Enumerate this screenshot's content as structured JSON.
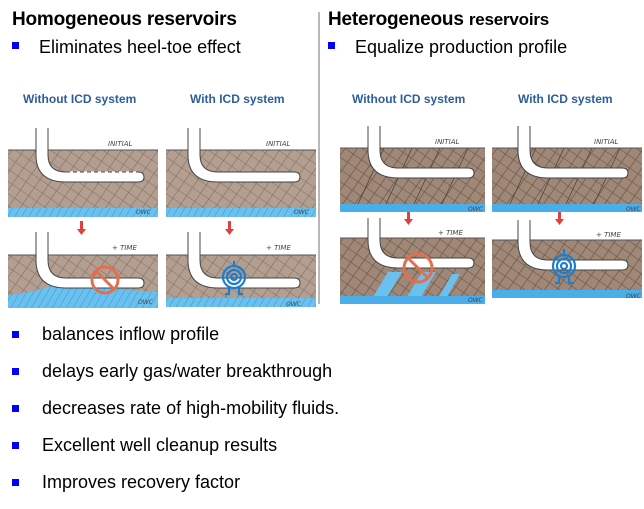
{
  "left_section": {
    "title": "Homogeneous reservoirs",
    "bullet": "Eliminates heel-toe effect",
    "columns": [
      {
        "label": "Without ICD system",
        "top_note": "INITIAL",
        "bottom_note": "+ TIME",
        "contact_label": "OWC"
      },
      {
        "label": "With ICD system",
        "top_note": "INITIAL",
        "bottom_note": "+ TIME",
        "contact_label": "OWC"
      }
    ]
  },
  "right_section": {
    "title_main": "Heterogeneous",
    "title_rest": "reservoirs",
    "bullet": "Equalize production profile",
    "columns": [
      {
        "label": "Without ICD system",
        "top_note": "INITIAL",
        "bottom_note": "+ TIME",
        "contact_label": "OWC"
      },
      {
        "label": "With ICD system",
        "top_note": "INITIAL",
        "bottom_note": "+ TIME",
        "contact_label": "OWC"
      }
    ]
  },
  "benefits": [
    "balances inflow profile",
    "delays early gas/water breakthrough",
    "decreases rate of high-mobility fluids.",
    "Excellent well cleanup results",
    "Improves recovery factor"
  ],
  "colors": {
    "bullet": "#0000ff",
    "label": "#2d5d9a",
    "rock": "#8c7060",
    "water": "#3aa0e0",
    "no_symbol": "#e07050",
    "icd_symbol": "#1a7fd0",
    "arrow": "#e04040"
  }
}
